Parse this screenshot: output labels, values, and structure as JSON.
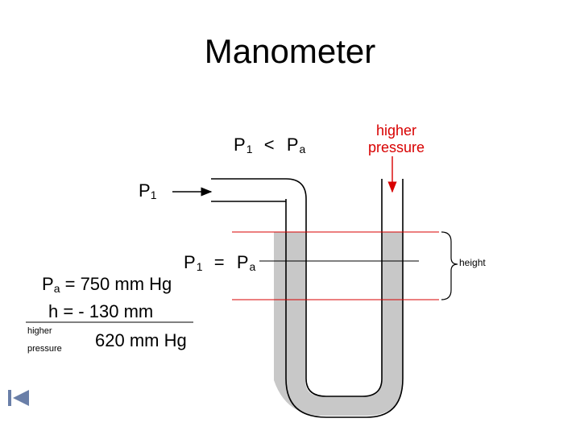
{
  "title": "Manometer",
  "relation_top": {
    "left": "P",
    "left_sub": "1",
    "operator": "<",
    "right": "P",
    "right_sub": "a"
  },
  "relation_level": {
    "left": "P",
    "left_sub": "1",
    "operator": "=",
    "right": "P",
    "right_sub": "a"
  },
  "gas_label": {
    "symbol": "P",
    "sub": "1"
  },
  "atmosphere_label": {
    "line1": "higher",
    "line2": "pressure"
  },
  "height_label": "height",
  "calculation": {
    "pa_symbol": "P",
    "pa_sub": "a",
    "pa_value": "= 750 mm Hg",
    "h_line": "h = - 130 mm",
    "result": "620 mm Hg",
    "note_line1": "higher",
    "note_line2": "pressure"
  },
  "colors": {
    "mercury": "#c8c8c8",
    "arrow_red": "#d80000",
    "reference_line": "#d80000"
  },
  "icons": [
    "back-nav-icon"
  ]
}
